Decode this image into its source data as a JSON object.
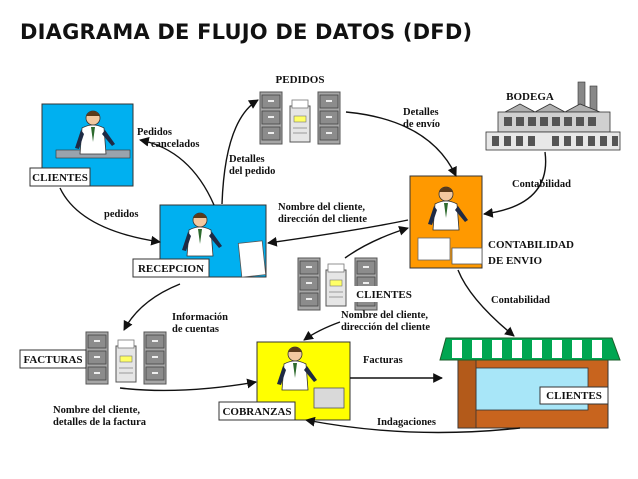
{
  "title": "DIAGRAMA DE FLUJO DE DATOS (DFD)",
  "nodes": {
    "clientes_top": "CLIENTES",
    "pedidos": "PEDIDOS",
    "bodega": "BODEGA",
    "recepcion": "RECEPCION",
    "contabilidad": [
      "CONTABILIDAD",
      "DE ENVIO"
    ],
    "clientes_mid": "CLIENTES",
    "facturas": "FACTURAS",
    "cobranzas": "COBRANZAS",
    "clientes_store": "CLIENTES"
  },
  "flows": {
    "pedidos_cancelados": [
      "Pedidos",
      "cancelados"
    ],
    "pedidos": "pedidos",
    "detalles_pedido": [
      "Detalles",
      "del pedido"
    ],
    "detalles_envio": [
      "Detalles",
      "de envío"
    ],
    "contabilidad_1": "Contabilidad",
    "nombre_direccion_1": [
      "Nombre del cliente,",
      "dirección del cliente"
    ],
    "contabilidad_2": "Contabilidad",
    "informacion_cuentas": [
      "Información",
      "de cuentas"
    ],
    "nombre_direccion_2": [
      "Nombre del cliente,",
      "dirección del cliente"
    ],
    "facturas": "Facturas",
    "nombre_detalles": [
      "Nombre del cliente,",
      "detalles de la factura"
    ],
    "indagaciones": "Indagaciones"
  },
  "colors": {
    "person_panel": "#00b0f0",
    "office_panel": "#ff9900",
    "cobranzas_panel": "#ffff00",
    "store_roof": "#00a651",
    "store_window": "#a8e6f8",
    "store_wall": "#c8641e"
  },
  "icons": [
    "person-at-desk-icon",
    "file-cabinet-icon",
    "warehouse-icon",
    "storefront-icon",
    "fax-machine-icon"
  ]
}
